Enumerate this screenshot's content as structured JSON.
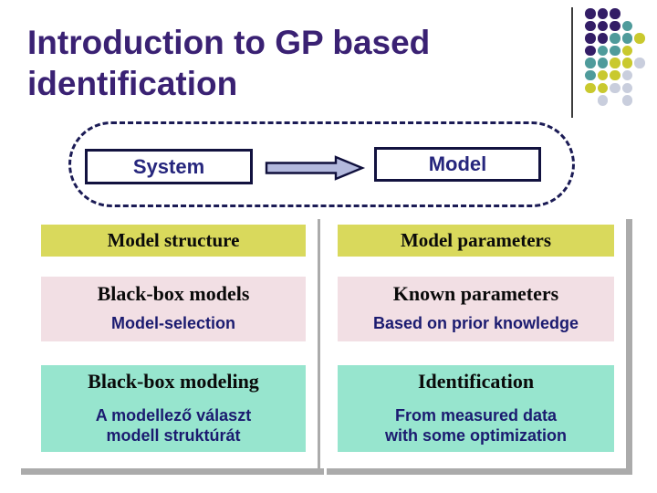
{
  "slide": {
    "title_line1": "Introduction to GP based",
    "title_line2": "identification"
  },
  "diagram": {
    "system": "System",
    "model": "Model",
    "arrow_icon": "right-block-arrow"
  },
  "grid": {
    "left": {
      "header": "Model structure",
      "mid_title": "Black-box models",
      "mid_sub": "Model-selection",
      "bottom_title": "Black-box modeling",
      "bottom_sub": "A modellező választ\nmodell struktúrát"
    },
    "right": {
      "header": "Model parameters",
      "mid_title": "Known parameters",
      "mid_sub": "Based on prior knowledge",
      "bottom_title": "Identification",
      "bottom_sub": "From measured data\nwith some optimization"
    }
  },
  "decoration": {
    "dot_pattern": [
      "PPP..",
      "PPPT.",
      "PPTTY",
      "PTTY.",
      "TTYYG",
      "TYYG.",
      "YYGG.",
      ".G.G."
    ],
    "dot_colors": {
      "P": "#331d66",
      "T": "#4f9b9b",
      "Y": "#c9c92e",
      "G": "#c9cedd"
    }
  },
  "colors": {
    "title_text": "#3a2173",
    "navy_text": "#1b1b70",
    "header_box_bg": "#d9d95c",
    "mid_box_bg": "#f2dfe4",
    "bottom_box_bg": "#97e5ce",
    "panel_shadow": "#ababab",
    "arrow_fill": "#b3b9dd",
    "dashed_border": "#1b1b55"
  }
}
